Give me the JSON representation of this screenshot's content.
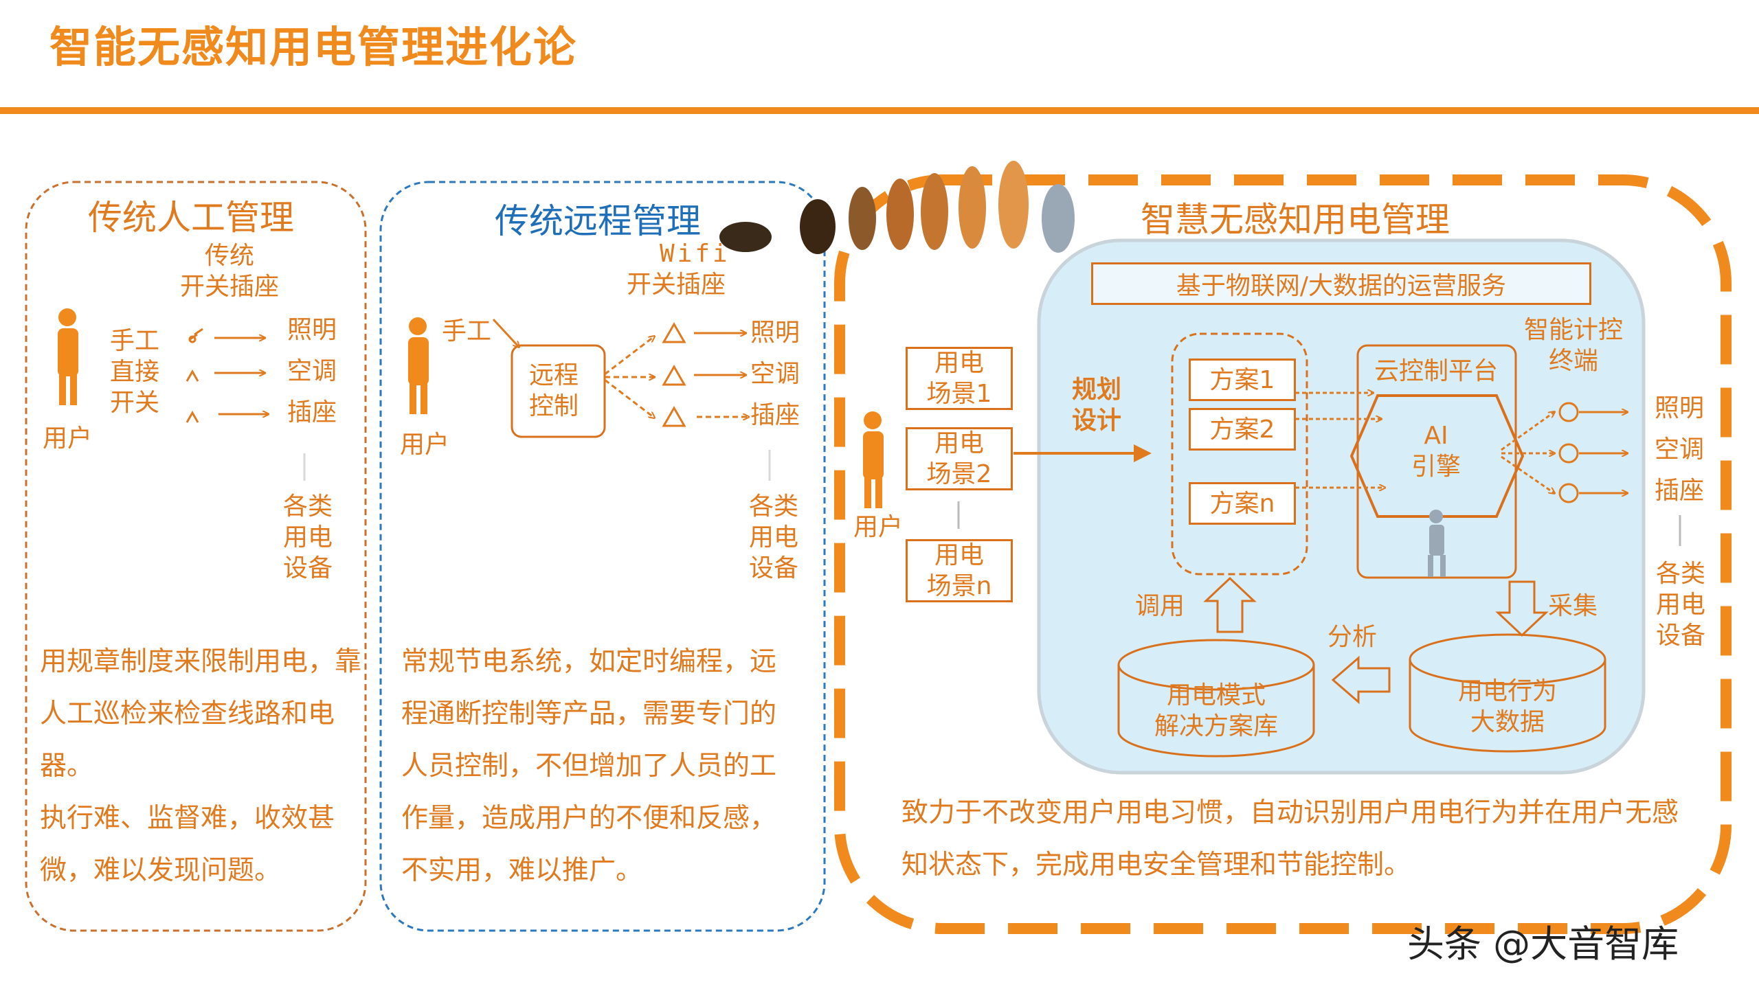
{
  "title": "智能无感知用电管理进化论",
  "panels": {
    "traditional_manual": {
      "title": "传统人工管理",
      "switch_label": "传统\n开关插座",
      "manual_label": "手工\n直接\n开关",
      "user": "用户",
      "targets": [
        "照明",
        "空调",
        "插座"
      ],
      "devices": "各类\n用电\n设备",
      "description": "用规章制度来限制用电，靠人工巡检来检查线路和电器。\n执行难、监督难，收效甚微，难以发现问题。"
    },
    "traditional_remote": {
      "title": "传统远程管理",
      "wifi": "Wifi",
      "switch_label": "开关插座",
      "manual": "手工",
      "control": "远程\n控制",
      "user": "用户",
      "targets": [
        "照明",
        "空调",
        "插座"
      ],
      "devices": "各类\n用电\n设备",
      "description": "常规节电系统，如定时编程，远程通断控制等产品，需要专门的人员控制，不但增加了人员的工作量，造成用户的不便和反感，不实用，难以推广。"
    },
    "smart": {
      "title": "智慧无感知用电管理",
      "ops_banner": "基于物联网/大数据的运营服务",
      "scenes": [
        "用电\n场景1",
        "用电\n场景2",
        "用电\n场景n"
      ],
      "user": "用户",
      "plan": "规划\n设计",
      "schemes": [
        "方案1",
        "方案2",
        "方案n"
      ],
      "cloud": "云控制平台",
      "ai": "AI\n引擎",
      "terminal": "智能计控\n终端",
      "targets": [
        "照明",
        "空调",
        "插座"
      ],
      "devices": "各类\n用电\n设备",
      "call": "调用",
      "collect": "采集",
      "analyze": "分析",
      "db_left": "用电模式\n解决方案库",
      "db_right": "用电行为\n大数据",
      "description": "致力于不改变用户用电习惯，自动识别用户用电行为并在用户无感知状态下，完成用电安全管理和节能控制。"
    }
  },
  "watermark": "头条 @大音智库",
  "colors": {
    "accent": "#f08a1c",
    "blue": "#1f6fb8",
    "light_blue": "#d7eef8"
  }
}
